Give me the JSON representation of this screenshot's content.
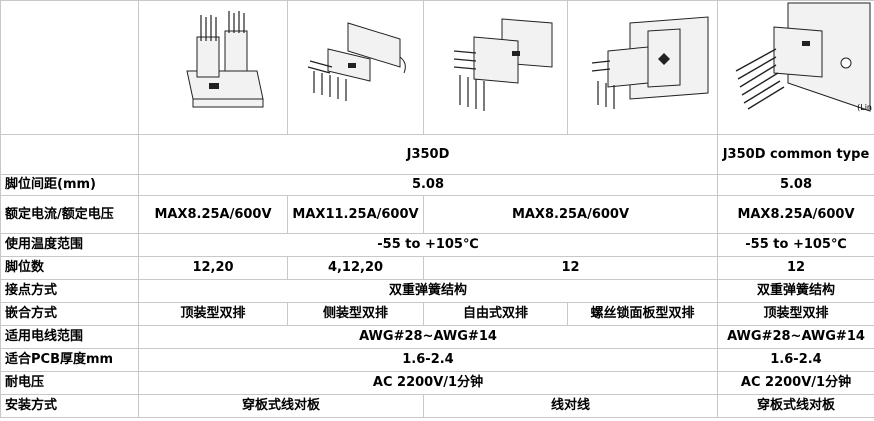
{
  "header": {
    "j350d": "J350D",
    "j350d_common": "J350D common type",
    "image_note": "(Lin"
  },
  "rows": {
    "pitch": {
      "label": "脚位间距(mm)",
      "j350d": "5.08",
      "common": "5.08"
    },
    "current": {
      "label": "额定电流/额定电压",
      "v1": "MAX8.25A/600V",
      "v2": "MAX11.25A/600V",
      "v3": "MAX8.25A/600V",
      "common": "MAX8.25A/600V"
    },
    "temp": {
      "label": "使用温度范围",
      "j350d": "-55 to +105℃",
      "common": "-55 to +105℃"
    },
    "pins": {
      "label": "脚位数",
      "v1": "12,20",
      "v2": "4,12,20",
      "v3": "12",
      "common": "12"
    },
    "contact": {
      "label": "接点方式",
      "j350d": "双重弹簧结构",
      "common": "双重弹簧结构"
    },
    "mount": {
      "label": "嵌合方式",
      "v1": "顶装型双排",
      "v2": "侧装型双排",
      "v3": "自由式双排",
      "v4": "螺丝锁面板型双排",
      "common": "顶装型双排"
    },
    "wire": {
      "label": "适用电线范围",
      "j350d": "AWG#28~AWG#14",
      "common": "AWG#28~AWG#14"
    },
    "pcb": {
      "label": "适合PCB厚度mm",
      "j350d": "1.6-2.4",
      "common": "1.6-2.4"
    },
    "voltage": {
      "label": "耐电压",
      "j350d": "AC 2200V/1分钟",
      "common": "AC 2200V/1分钟"
    },
    "install": {
      "label": "安装方式",
      "v1": "穿板式线对板",
      "v2": "线对线",
      "common": "穿板式线对板"
    }
  }
}
